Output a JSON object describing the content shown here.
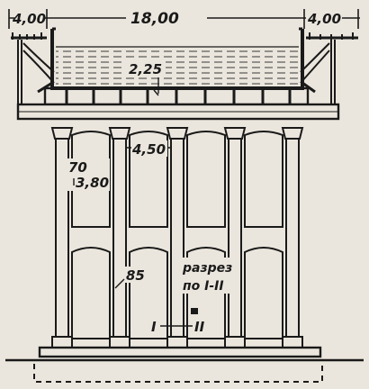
{
  "drawing": {
    "dimensions": {
      "left_console": "4,00",
      "span": "18,00",
      "right_console": "4,00",
      "tank_depth": "2,25",
      "column_spacing": "4,50",
      "panel_ref": "70",
      "panel_height": "3,80",
      "lower_ref": "85"
    },
    "section": {
      "title_line1": "разрез",
      "title_line2": "по I-II",
      "mark_left": "I",
      "mark_right": "II"
    }
  },
  "colors": {
    "ink": "#1a1a1a",
    "paper": "#ebe6dd",
    "water_hatch": "#3a3a3a"
  }
}
